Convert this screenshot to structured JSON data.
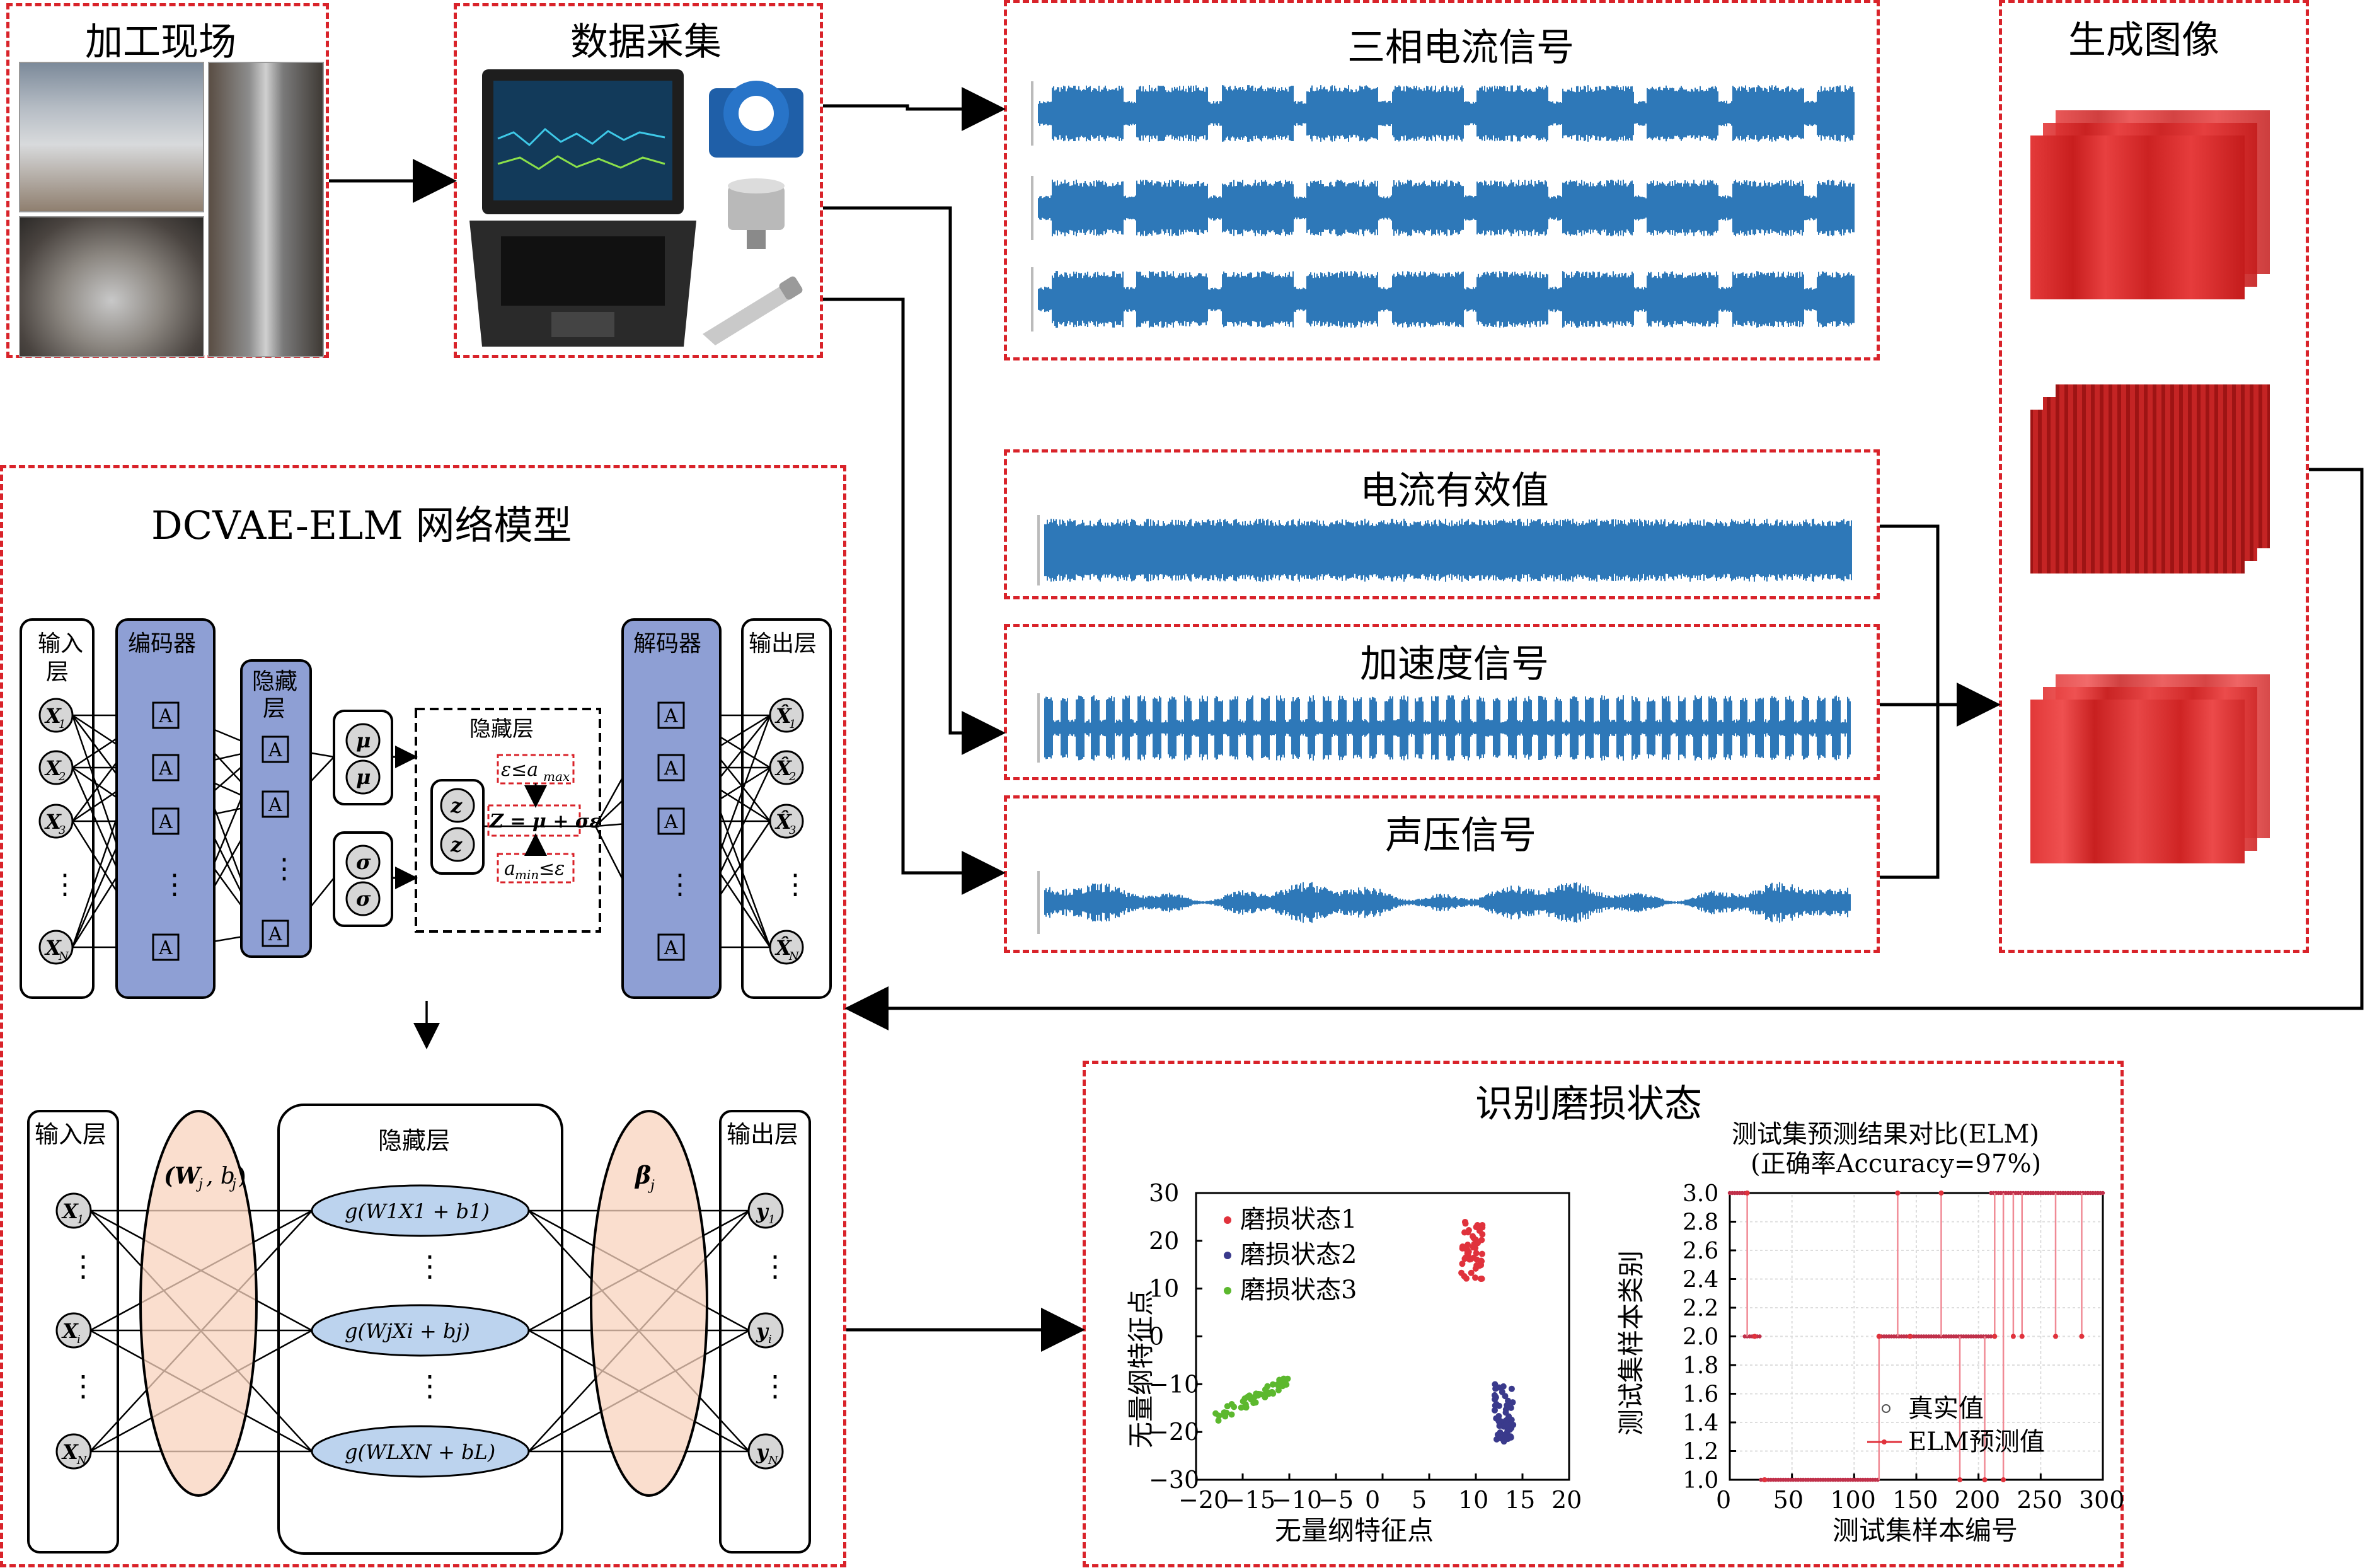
{
  "panels": {
    "site": {
      "title": "加工现场"
    },
    "acquisition": {
      "title": "数据采集"
    },
    "three_phase": {
      "title": "三相电流信号"
    },
    "generate": {
      "title": "生成图像"
    },
    "model": {
      "title": "DCVAE-ELM 网络模型"
    },
    "rms": {
      "title": "电流有效值"
    },
    "accel": {
      "title": "加速度信号"
    },
    "sound": {
      "title": "声压信号"
    },
    "recognize": {
      "title": "识别磨损状态"
    }
  },
  "dcvae": {
    "input_layer": "输入层",
    "encoder": "编码器",
    "hidden": "隐藏层",
    "decoder": "解码器",
    "output_layer": "输出层",
    "latent_box_title": "隐藏层",
    "inputs": [
      "X1",
      "X2",
      "X3",
      "⋮",
      "XN"
    ],
    "outputs": [
      "X̂1",
      "X̂2",
      "X̂3",
      "⋮",
      "X̂N"
    ],
    "node_label": "A",
    "mu": "μ",
    "sigma": "σ",
    "z": "z",
    "eps_max": "ε≤a_max",
    "eps_min": "a_min≤ε",
    "reparam": "Z = μ + σε"
  },
  "elm": {
    "input_layer": "输入层",
    "hidden": "隐藏层",
    "output_layer": "输出层",
    "weights": "(W_j, b_j)",
    "beta": "β_j",
    "inputs": [
      "X1",
      "⋮",
      "Xi",
      "⋮",
      "XN"
    ],
    "outputs": [
      "y1",
      "⋮",
      "yi",
      "⋮",
      "yN"
    ],
    "hidden_nodes": [
      "g(W1X1 + b1)",
      "⋮",
      "g(WjXi + bj)",
      "⋮",
      "g(WLXN + bL)"
    ]
  },
  "scatter": {
    "xlabel": "无量纲特征点",
    "ylabel": "无量纲特征点",
    "xticks": [
      "−20",
      "−15",
      "−10",
      "−5",
      "0",
      "5",
      "10",
      "15",
      "20"
    ],
    "yticks": [
      "30",
      "20",
      "10",
      "0",
      "−10",
      "−20",
      "−30"
    ],
    "legend": [
      "磨损状态1",
      "磨损状态2",
      "磨损状态3"
    ]
  },
  "compare": {
    "title1": "测试集预测结果对比(ELM)",
    "title2": "(正确率Accuracy=97%)",
    "xlabel": "测试集样本编号",
    "ylabel": "测试集样本类别",
    "xticks": [
      "0",
      "50",
      "100",
      "150",
      "200",
      "250",
      "300"
    ],
    "yticks": [
      "3.0",
      "2.8",
      "2.6",
      "2.4",
      "2.2",
      "2.0",
      "1.8",
      "1.6",
      "1.4",
      "1.2",
      "1.0"
    ],
    "legend": [
      "真实值",
      "ELM预测值"
    ]
  },
  "chart_data": [
    {
      "type": "scatter",
      "xlabel": "无量纲特征点",
      "ylabel": "无量纲特征点",
      "xlim": [
        -20,
        20
      ],
      "ylim": [
        -30,
        30
      ],
      "series": [
        {
          "name": "磨损状态1",
          "color": "#e0323c",
          "center": [
            9.5,
            18
          ],
          "spread": [
            1.2,
            6
          ]
        },
        {
          "name": "磨损状态2",
          "color": "#3a3a8c",
          "center": [
            13,
            -16
          ],
          "spread": [
            1,
            6
          ]
        },
        {
          "name": "磨损状态3",
          "color": "#5cb82e",
          "center": [
            -14,
            -13
          ],
          "spread": [
            4,
            4
          ]
        }
      ]
    },
    {
      "type": "line",
      "title": "测试集预测结果对比(ELM) (正确率Accuracy=97%)",
      "xlabel": "测试集样本编号",
      "ylabel": "测试集样本类别",
      "xlim": [
        0,
        300
      ],
      "ylim": [
        1.0,
        3.0
      ],
      "series": [
        {
          "name": "真实值",
          "segments": [
            [
              0,
              12,
              3
            ],
            [
              12,
              25,
              2
            ],
            [
              25,
              120,
              1
            ],
            [
              120,
              210,
              2
            ],
            [
              210,
              300,
              3
            ]
          ]
        },
        {
          "name": "ELM预测值",
          "color": "#e0323c"
        }
      ]
    }
  ],
  "colors": {
    "dash": "#d9232a",
    "signal": "#2e78b8",
    "encoder": "#8e9fd4",
    "elm_weight": "#f8d3bd",
    "elm_node": "#bcd3ee",
    "image": "#d62a2a"
  }
}
